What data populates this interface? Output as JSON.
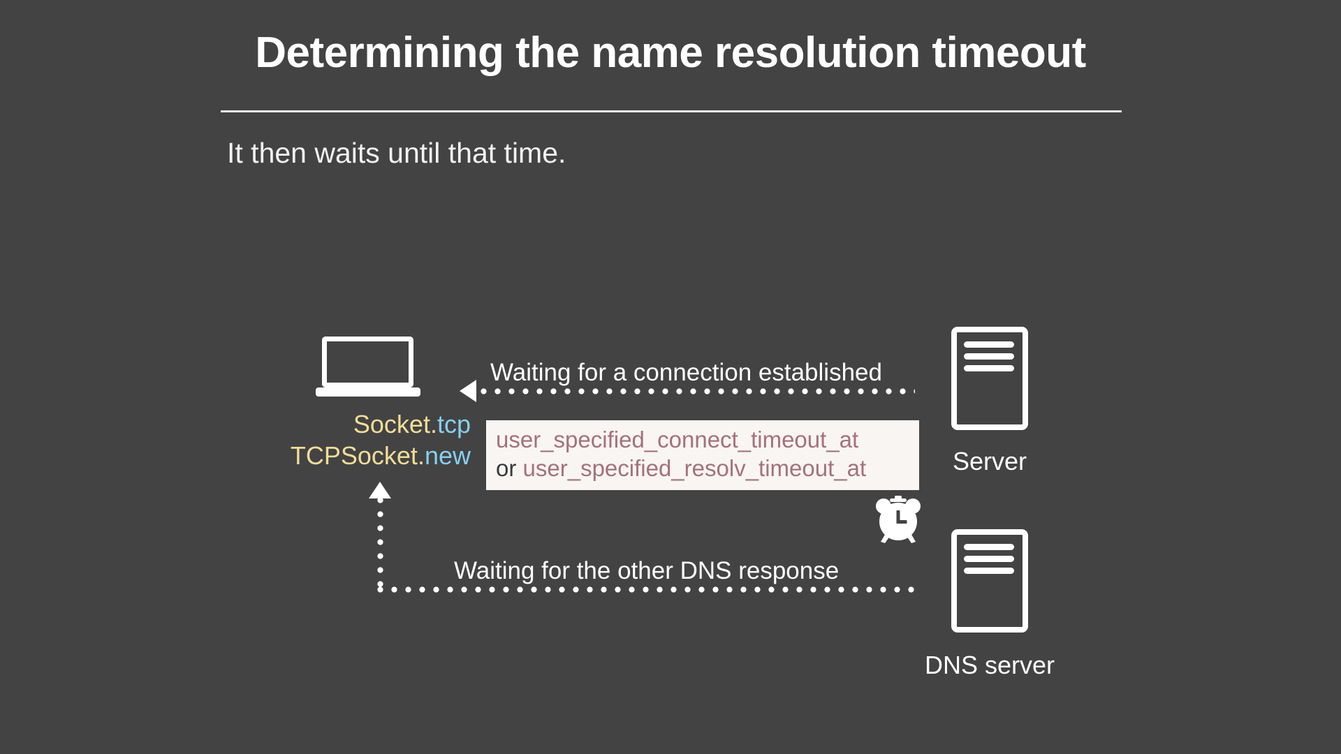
{
  "slide": {
    "background_color": "#434343",
    "title": "Determining the name resolution timeout",
    "subtitle": "It then waits until that time."
  },
  "palette": {
    "background": "#434343",
    "foreground": "#ffffff",
    "code_class": "#F1DD9A",
    "code_method": "#87D0EF",
    "callout_background": "#F8F5F3",
    "callout_text": "#A4717F",
    "conjunction_text": "#3a3a3a"
  },
  "diagram": {
    "client": {
      "icon": "laptop-icon",
      "code": {
        "line1": {
          "receiver": "Socket",
          "separator": ".",
          "method": "tcp"
        },
        "line2": {
          "receiver": "TCPSocket",
          "separator": ".",
          "method": "new"
        }
      }
    },
    "callout": {
      "variable_1": "user_specified_connect_timeout_at",
      "conjunction": "or",
      "variable_2": "user_specified_resolv_timeout_at"
    },
    "clock": {
      "icon": "alarm-clock-icon"
    },
    "nodes": [
      {
        "id": "server",
        "icon": "server-icon",
        "label": "Server"
      },
      {
        "id": "dns-server",
        "icon": "server-icon",
        "label": "DNS server"
      }
    ],
    "connections": [
      {
        "id": "connection-established",
        "label": "Waiting for a connection established",
        "style": "dotted",
        "direction": "right-to-left",
        "arrowhead": "triangle-left"
      },
      {
        "id": "dns-response",
        "label": "Waiting for the other DNS response",
        "style": "dotted",
        "direction": "dns-to-client",
        "arrowhead": "triangle-up"
      }
    ]
  }
}
